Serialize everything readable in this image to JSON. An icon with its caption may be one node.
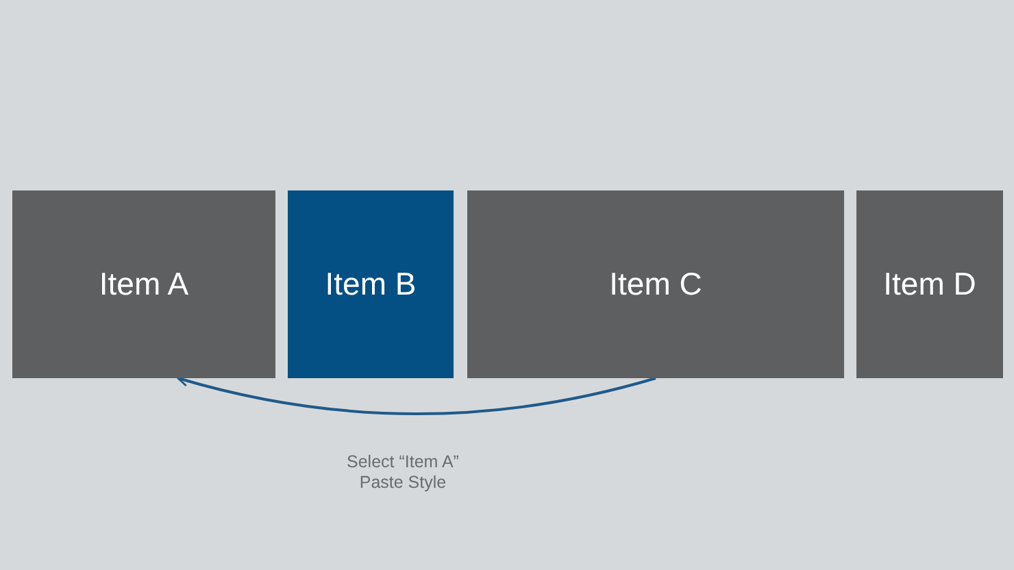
{
  "diagram": {
    "nodes": [
      {
        "text": [
          "Item A"
        ]
      },
      {
        "text": [
          "Item B"
        ]
      },
      {
        "text": [
          "Item C"
        ]
      },
      {
        "text": [
          "Item D"
        ]
      }
    ],
    "edges": [
      {
        "from": 2,
        "to": 0,
        "arrow": "to",
        "color": "#1f5a8a"
      }
    ],
    "labels": [
      "Select “Item A”",
      "Paste Style"
    ]
  }
}
